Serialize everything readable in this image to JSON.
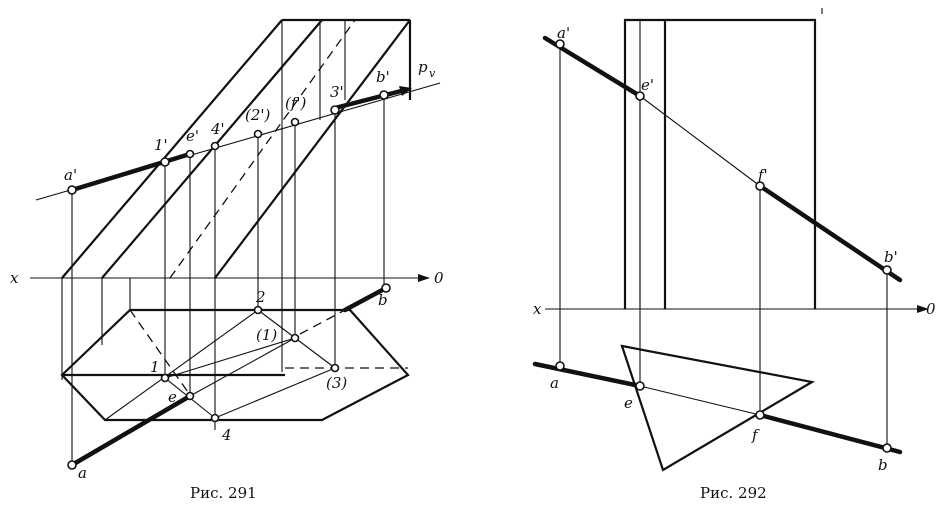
{
  "fig291": {
    "caption": "Рис. 291",
    "axis_x": "x",
    "axis_0": "0",
    "plane_label": "p",
    "plane_sub": "v",
    "labels": {
      "a_prime": "a'",
      "b_prime": "b'",
      "one_prime": "1'",
      "e_prime": "e'",
      "four_prime": "4'",
      "two_prime": "(2')",
      "f_prime": "(f')",
      "three_prime": "3'",
      "a": "a",
      "b": "b",
      "one": "1",
      "two": "2",
      "paren_one": "(1)",
      "paren_three": "(3)",
      "e": "e",
      "four": "4"
    }
  },
  "fig292": {
    "caption": "Рис. 292",
    "axis_x": "x",
    "axis_0": "0",
    "labels": {
      "a_prime": "a'",
      "e_prime": "e'",
      "f_prime": "f'",
      "b_prime": "b'",
      "a": "a",
      "e": "e",
      "f": "f",
      "b": "b"
    }
  }
}
